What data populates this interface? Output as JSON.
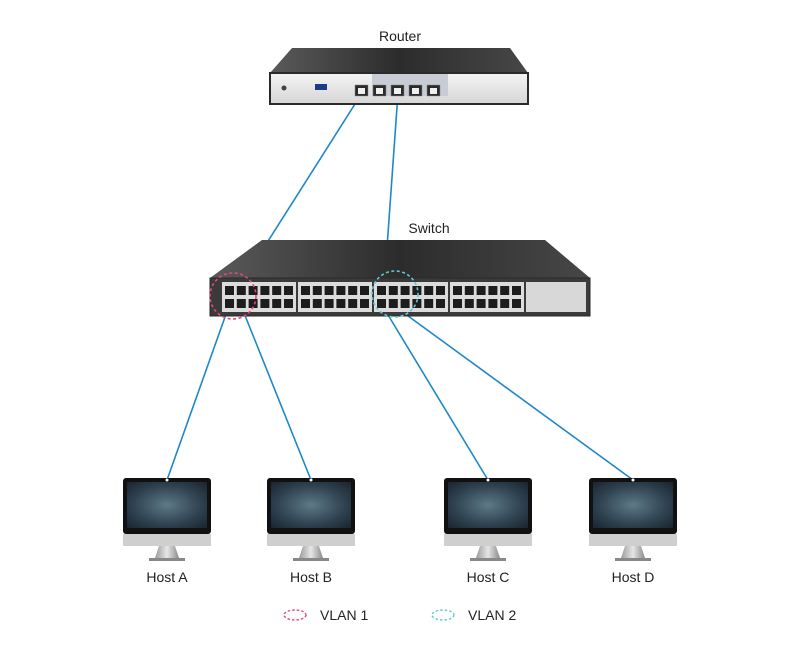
{
  "router": {
    "label": "Router",
    "ports": 5
  },
  "switch": {
    "label": "Switch",
    "ports_per_block": 12,
    "blocks": 4
  },
  "hosts": [
    {
      "id": "a",
      "label": "Host A",
      "vlan": "vlan1"
    },
    {
      "id": "b",
      "label": "Host B",
      "vlan": "vlan1"
    },
    {
      "id": "c",
      "label": "Host C",
      "vlan": "vlan2"
    },
    {
      "id": "d",
      "label": "Host D",
      "vlan": "vlan2"
    }
  ],
  "legend": {
    "vlan1": {
      "label": "VLAN 1",
      "color": "#e0487a"
    },
    "vlan2": {
      "label": "VLAN 2",
      "color": "#5cc9d6"
    }
  },
  "colors": {
    "link": "#1e88c9",
    "device_top": "#3a3a3a",
    "device_face": "#e9e9e9",
    "monitor": "#111111"
  }
}
